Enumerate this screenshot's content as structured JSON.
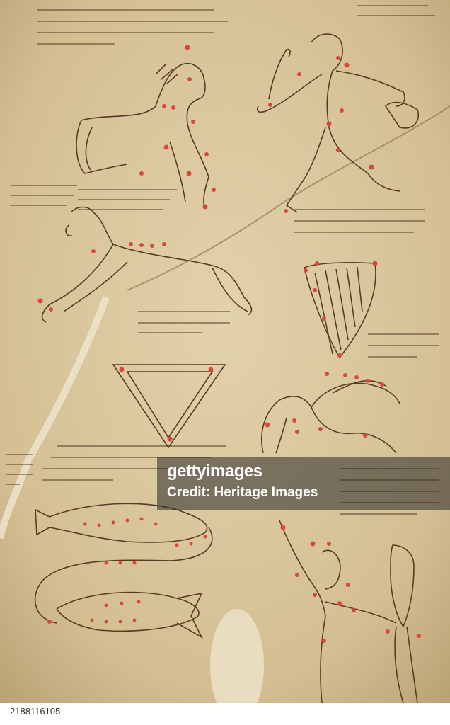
{
  "watermark": {
    "logo_text": "gettyimages",
    "credit_text": "Credit: Heritage Images"
  },
  "footer": {
    "image_number": "2188116105"
  },
  "manuscript": {
    "description_kind": "illuminated constellation folio",
    "ink_color": "#5a3a24",
    "star_color": "#d9483a",
    "parchment_color": "#d9c59b"
  }
}
